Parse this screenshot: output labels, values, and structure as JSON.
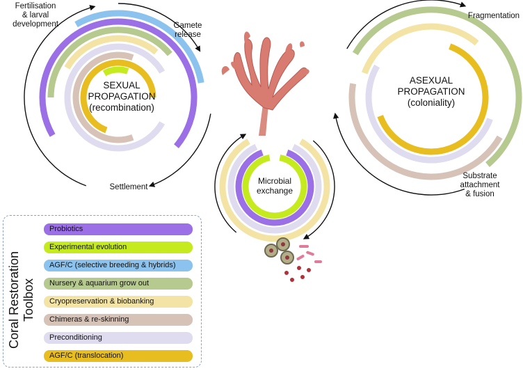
{
  "toolbox": {
    "title_line1": "Coral Restoration",
    "title_line2": "Toolbox",
    "items": [
      {
        "label": "Probiotics",
        "color": "#9b6fe6"
      },
      {
        "label": "Experimental evolution",
        "color": "#c5ea1e"
      },
      {
        "label": "AGF/C (selective breeding & hybrids)",
        "color": "#8cc3ee"
      },
      {
        "label": "Nursery & aquarium grow out",
        "color": "#b6c98f"
      },
      {
        "label": "Cryopreservation & biobanking",
        "color": "#f3e4a6"
      },
      {
        "label": "Chimeras & re-skinning",
        "color": "#d7c2b8"
      },
      {
        "label": "Preconditioning",
        "color": "#e0dcef"
      },
      {
        "label": "AGF/C (translocation)",
        "color": "#e7bd1f"
      }
    ]
  },
  "sexual_cycle": {
    "title_line1": "SEXUAL",
    "title_line2": "PROPAGATION",
    "title_line3": "(recombination)",
    "stage_fertilisation_line1": "Fertilisation",
    "stage_fertilisation_line2": "& larval",
    "stage_fertilisation_line3": "development",
    "stage_gamete_line1": "Gamete",
    "stage_gamete_line2": "release",
    "stage_settlement": "Settlement"
  },
  "asexual_cycle": {
    "title_line1": "ASEXUAL",
    "title_line2": "PROPAGATION",
    "title_line3": "(coloniality)",
    "stage_fragmentation": "Fragmentation",
    "stage_substrate_line1": "Substrate",
    "stage_substrate_line2": "attachment",
    "stage_substrate_line3": "& fusion"
  },
  "microbial_cycle": {
    "title_line1": "Microbial",
    "title_line2": "exchange"
  },
  "icons": [
    "coral-colony-icon",
    "microbes-icon"
  ]
}
